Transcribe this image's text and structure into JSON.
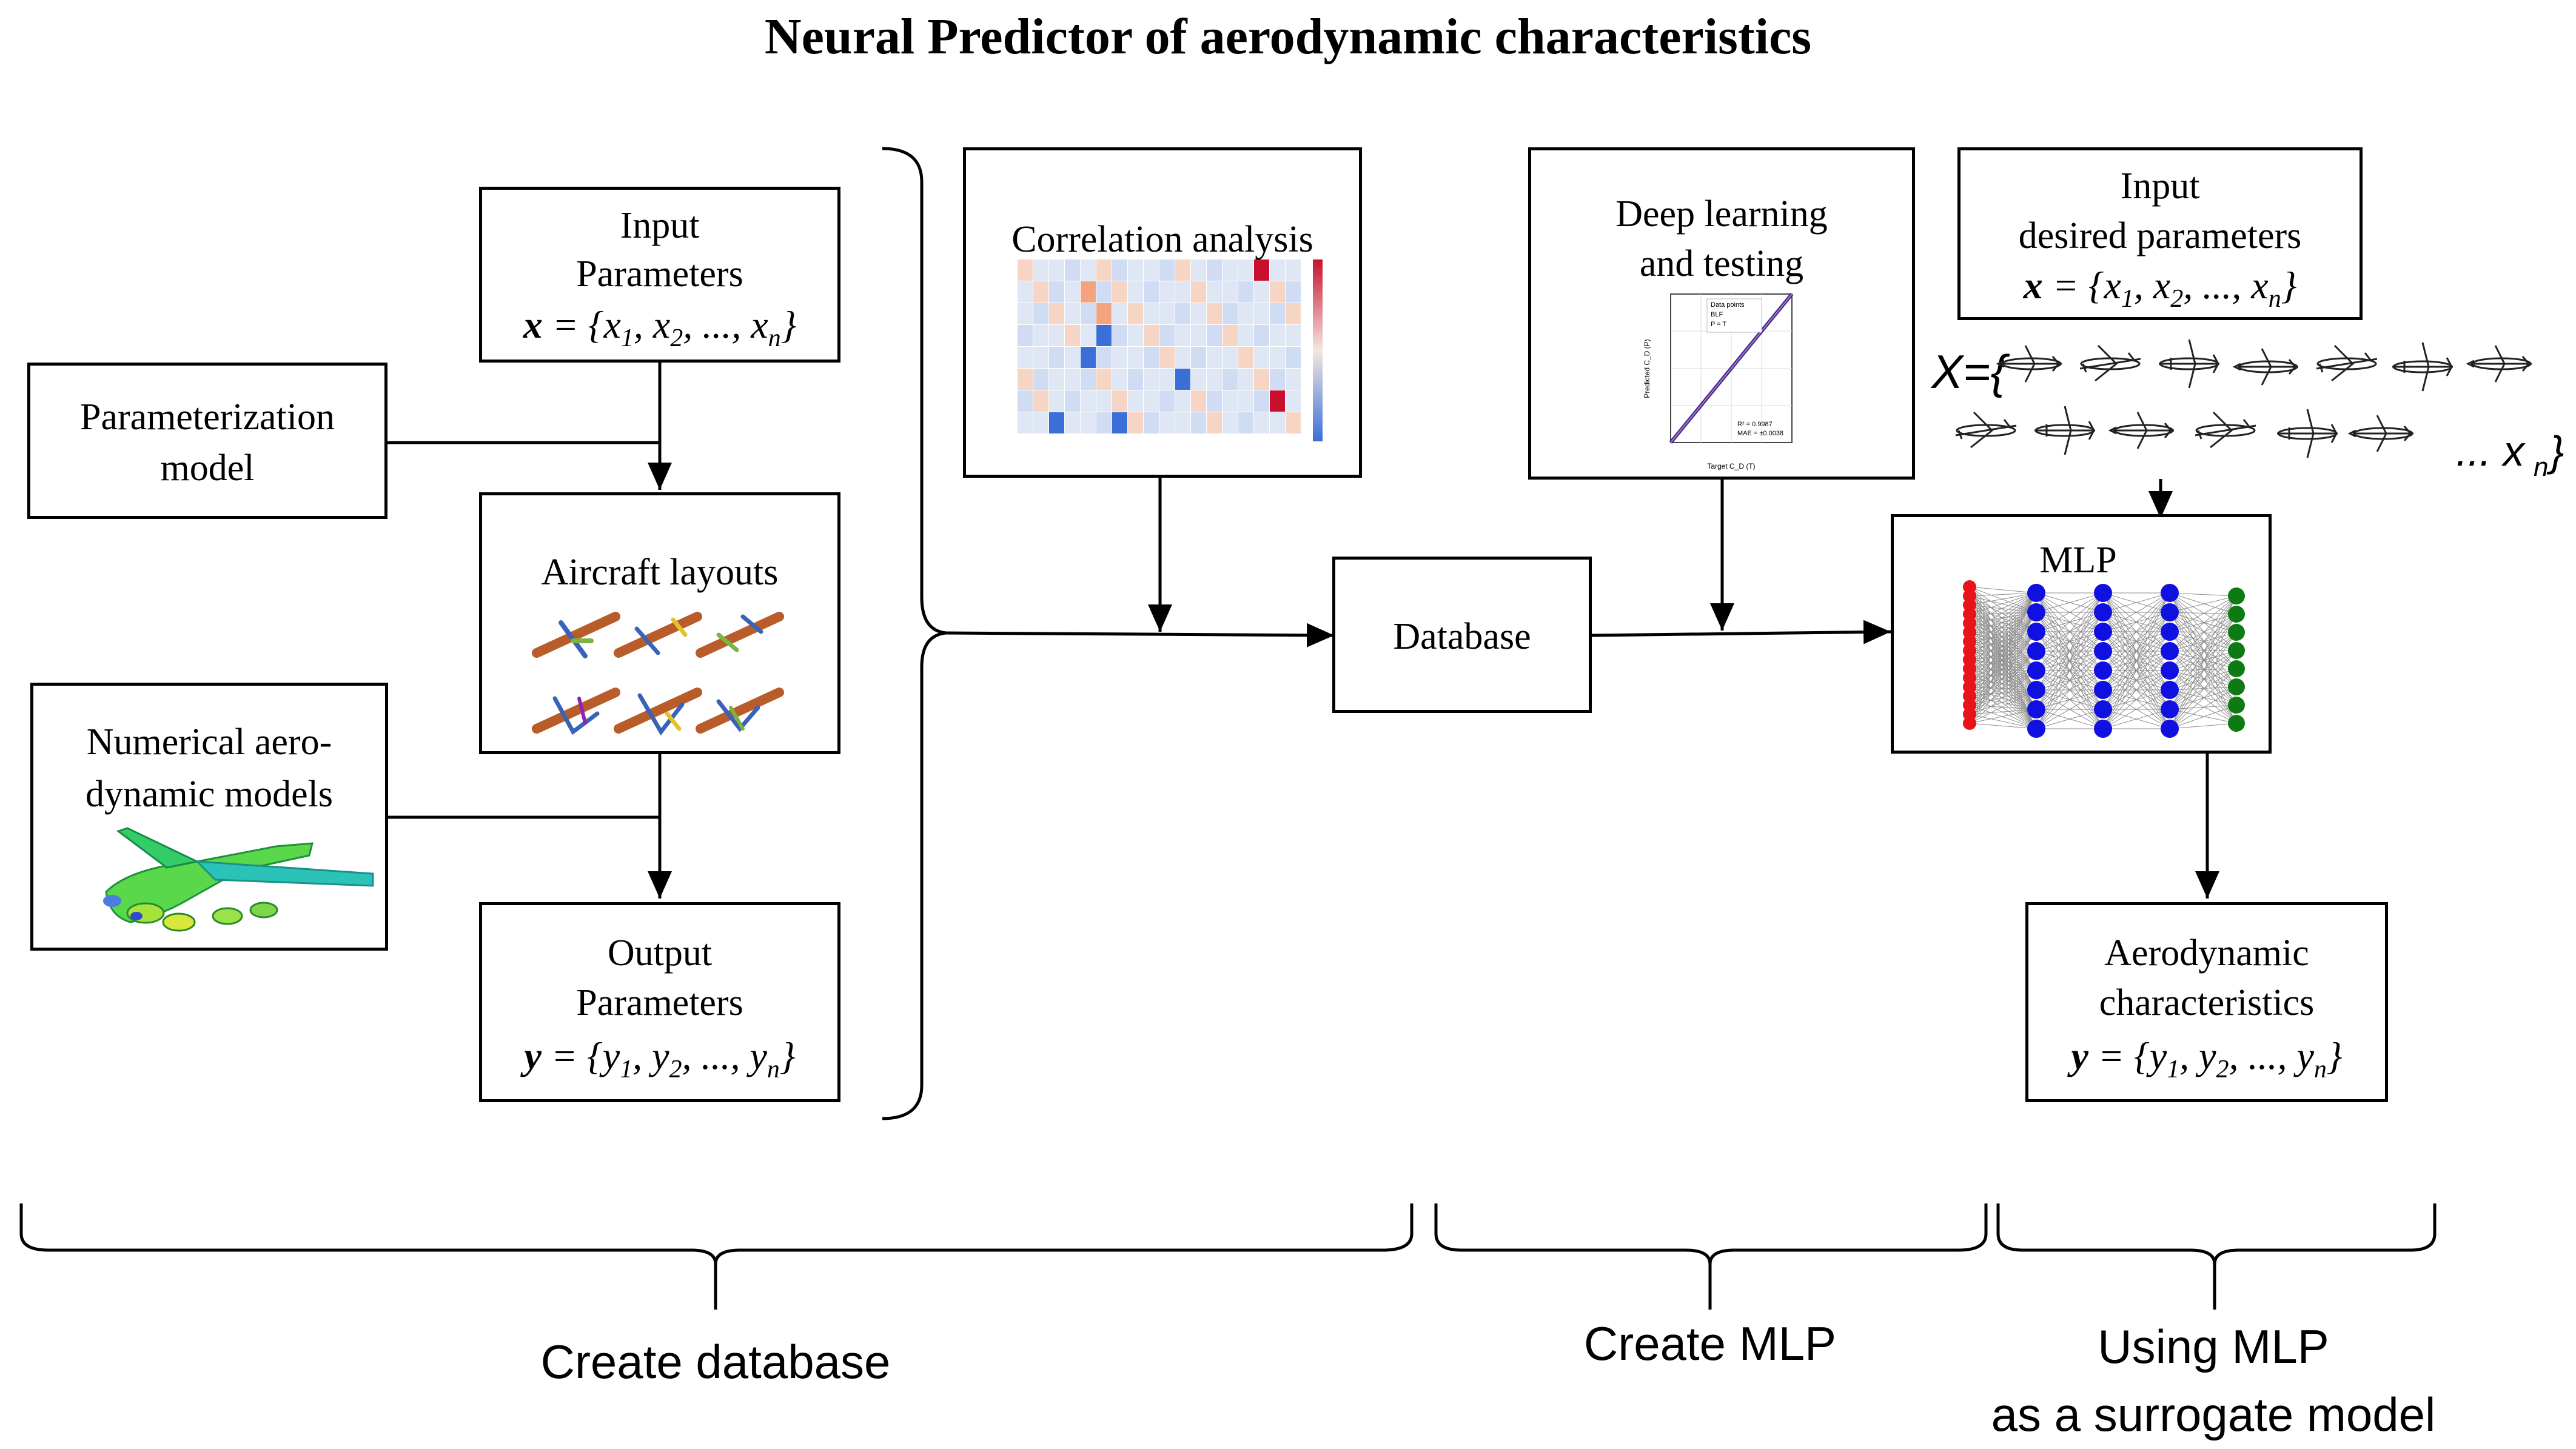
{
  "title": "Neural Predictor of aerodynamic characteristics",
  "input_params": {
    "line1": "Input",
    "line2": "Parameters",
    "formula_var": "x",
    "formula_rest": " = {x",
    "s1": "1",
    "m2": ", x",
    "s2": "2",
    "m3": ", ..., x",
    "s3": "n",
    "end": "}"
  },
  "param_model": {
    "line1": "Parameterization",
    "line2": "model"
  },
  "aircraft_layouts": {
    "label": "Aircraft layouts"
  },
  "numerical_models": {
    "line1": "Numerical aero-",
    "line2": "dynamic models"
  },
  "output_params": {
    "line1": "Output",
    "line2": "Parameters",
    "formula_var": "y",
    "formula_rest": " = {y",
    "s1": "1",
    "m2": ", y",
    "s2": "2",
    "m3": ", ..., y",
    "s3": "n",
    "end": "}"
  },
  "correlation": {
    "label": "Correlation analysis"
  },
  "database": {
    "label": "Database"
  },
  "deep_learning": {
    "line1": "Deep learning",
    "line2": "and testing",
    "legend1": "Data points",
    "legend2": "BLF",
    "legend3": "P = T",
    "metric1": "R² = 0.9987",
    "metric2": "MAE = ±0.0038",
    "xlabel": "Target C_D (T)",
    "ylabel": "Predicted C_D (P)"
  },
  "input_desired": {
    "line1": "Input",
    "line2": "desired parameters",
    "formula_var": "x",
    "formula_rest": " = {x",
    "s1": "1",
    "m2": ", x",
    "s2": "2",
    "m3": ", ..., x",
    "s3": "n",
    "end": "}"
  },
  "aircraft_set": {
    "prefix": "X={",
    "suffix": "... x",
    "sub": "n",
    "close": "}"
  },
  "mlp": {
    "label": "MLP"
  },
  "aero_char": {
    "line1": "Aerodynamic",
    "line2": "characteristics",
    "formula_var": "y",
    "formula_rest": " = {y",
    "s1": "1",
    "m2": ", y",
    "s2": "2",
    "m3": ", ..., y",
    "s3": "n",
    "end": "}"
  },
  "phases": {
    "create_db": "Create database",
    "create_mlp": "Create MLP",
    "using_line1": "Using MLP",
    "using_line2": "as a surrogate model"
  },
  "colors": {
    "mlp_input": "#e8141a",
    "mlp_hidden": "#1010e0",
    "mlp_output": "#0e7a14",
    "heat_red": "#c8102e",
    "heat_blue": "#3a6fd8"
  }
}
